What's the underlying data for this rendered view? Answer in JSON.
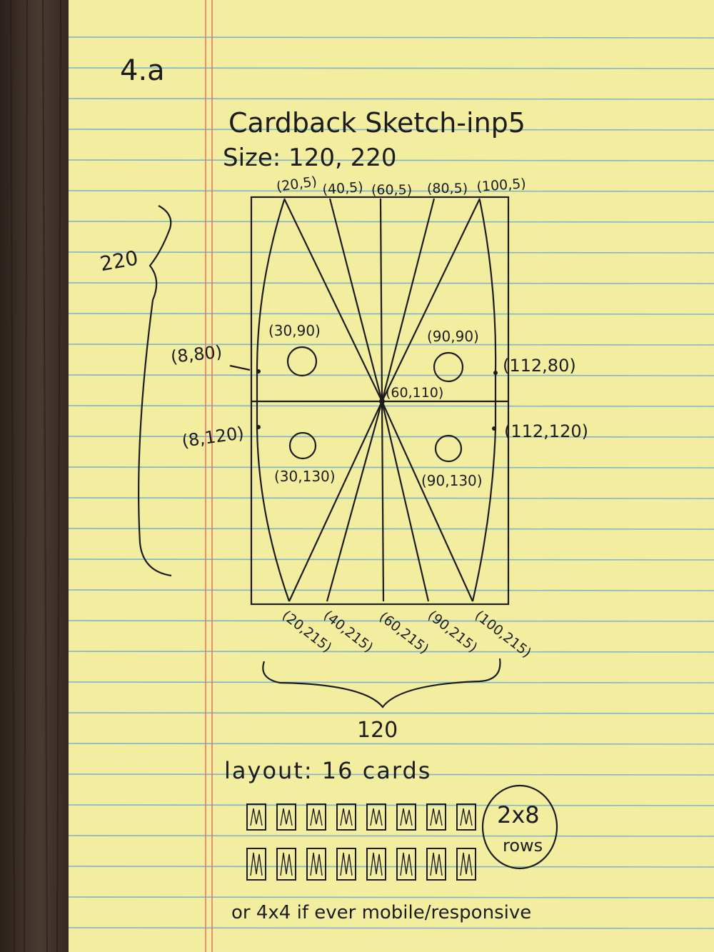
{
  "page_label": "4.a",
  "title": "Cardback Sketch-inp5",
  "size_line": "Size: 120, 220",
  "height_brace_label": "220",
  "width_brace_label": "120",
  "top_points": [
    "(20,5)",
    "(40,5)",
    "(60,5)",
    "(80,5)",
    "(100,5)"
  ],
  "bottom_points": [
    "(20,215)",
    "(40,215)",
    "(60,215)",
    "(90,215)",
    "(100,215)"
  ],
  "side_points": {
    "left_upper": "(8,80)",
    "left_lower": "(8,120)",
    "right_upper": "(112,80)",
    "right_lower": "(112,120)"
  },
  "center_point": "(60,110)",
  "circles": {
    "top_left": "(30,90)",
    "top_right": "(90,90)",
    "bottom_left": "(30,130)",
    "bottom_right": "(90,130)"
  },
  "layout": {
    "heading": "layout: 16 cards",
    "circle_note_line1": "2x8",
    "circle_note_line2": "rows",
    "footnote": "or 4x4 if ever mobile/responsive"
  },
  "colors": {
    "paper": "#f3eda0",
    "rule_line": "#7fb4c9",
    "margin_line": "#e07b6a",
    "ink": "#1c1c1c",
    "desk": "#3a2f28"
  }
}
